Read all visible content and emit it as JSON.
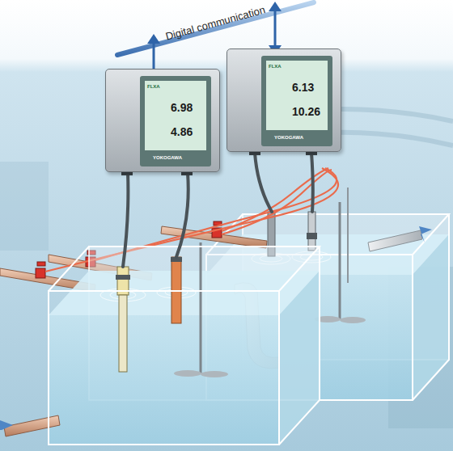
{
  "diagram": {
    "nodes": [
      {
        "text": [
          "FLXA",
          "6.98",
          "4.86",
          "YOKOGAWA"
        ]
      },
      {
        "text": [
          "FLXA",
          "6.13",
          "10.26",
          "YOKOGAWA"
        ]
      }
    ],
    "labels": [
      "Digital communication"
    ]
  }
}
